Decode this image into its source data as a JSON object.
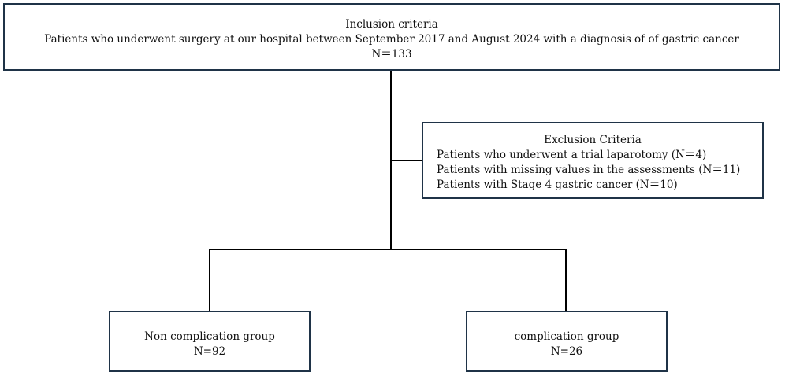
{
  "inclusion": {
    "title": "Inclusion criteria",
    "description": "Patients who underwent surgery at our hospital between September 2017 and August 2024 with a diagnosis of of gastric cancer",
    "count": "N＝133"
  },
  "exclusion": {
    "title": "Exclusion Criteria",
    "items": [
      "Patients who underwent a trial laparotomy (N＝4)",
      "Patients with missing values in the assessments  (N＝11)",
      "Patients with Stage 4 gastric cancer (N＝10)"
    ]
  },
  "groups": [
    {
      "label": "Non complication group",
      "count": "N=92"
    },
    {
      "label": "complication group",
      "count": "N=26"
    }
  ],
  "colors": {
    "box_border": "#1f3347",
    "connector": "#000000"
  }
}
